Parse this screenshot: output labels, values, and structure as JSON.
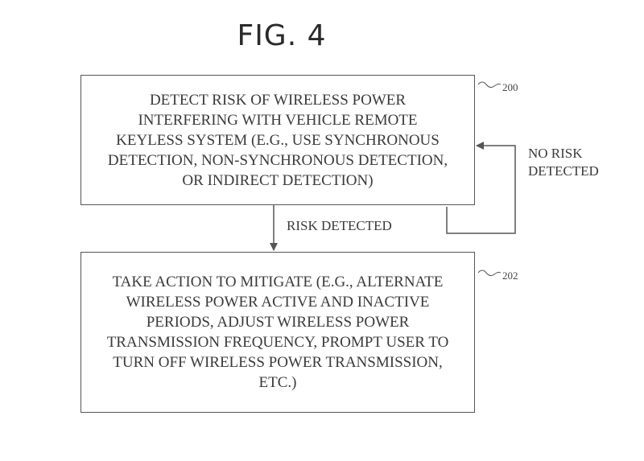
{
  "figure": {
    "title": "FIG. 4"
  },
  "steps": [
    {
      "ref": "200",
      "text": "DETECT RISK OF WIRELESS POWER\nINTERFERING WITH VEHICLE REMOTE\nKEYLESS SYSTEM (E.G., USE SYNCHRONOUS\nDETECTION, NON-SYNCHRONOUS DETECTION,\nOR INDIRECT DETECTION)"
    },
    {
      "ref": "202",
      "text": "TAKE ACTION TO MITIGATE (E.G., ALTERNATE\nWIRELESS POWER ACTIVE AND INACTIVE\nPERIODS, ADJUST WIRELESS POWER\nTRANSMISSION FREQUENCY, PROMPT USER TO\nTURN OFF WIRELESS POWER TRANSMISSION,\nETC.)"
    }
  ],
  "edges": {
    "risk_detected": "RISK DETECTED",
    "no_risk_detected": "NO RISK\nDETECTED"
  }
}
